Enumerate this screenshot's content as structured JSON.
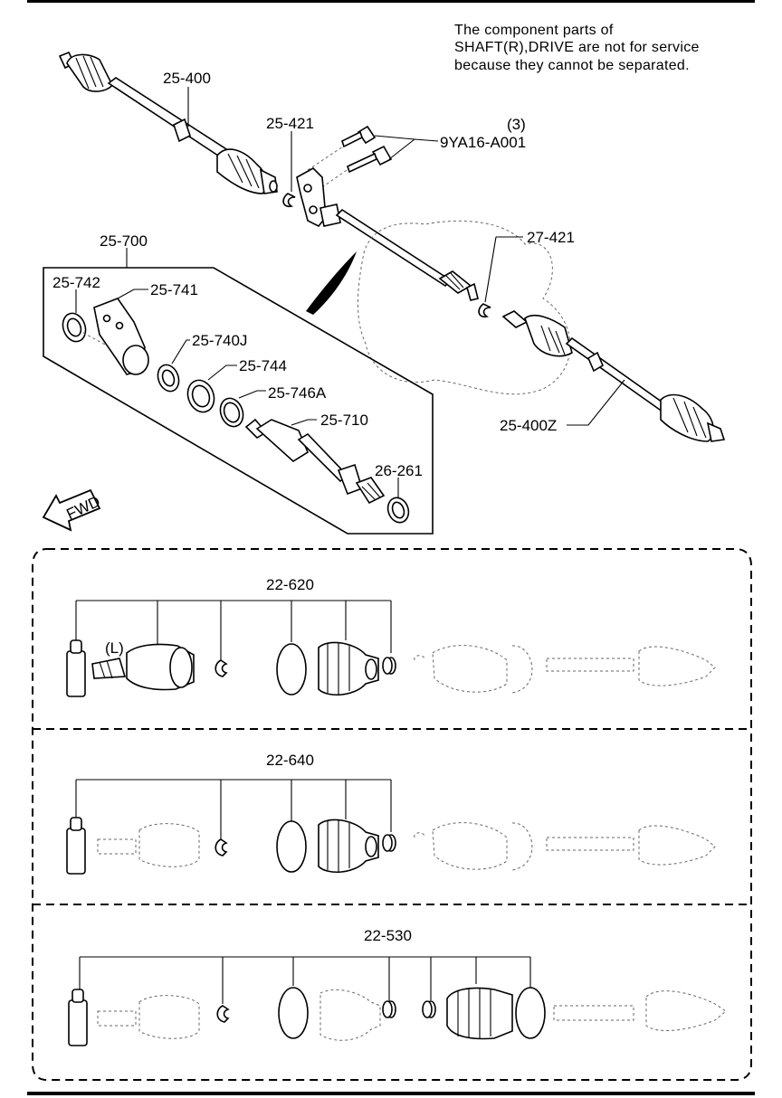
{
  "note": {
    "line1": "The component parts of",
    "line2": "SHAFT(R),DRIVE are not for service",
    "line3": "because they cannot be separated."
  },
  "labels": {
    "p25_400": "25-400",
    "p25_421": "25-421",
    "p9ya16": "9YA16-A001",
    "p9ya16_qty": "(3)",
    "p25_700": "25-700",
    "p25_742": "25-742",
    "p25_741": "25-741",
    "p25_740j": "25-740J",
    "p25_744": "25-744",
    "p25_746a": "25-746A",
    "p25_710": "25-710",
    "p26_261": "26-261",
    "p27_421": "27-421",
    "p25_400z": "25-400Z",
    "fwd": "FWD",
    "p22_620": "22-620",
    "side_l": "(L)",
    "p22_640": "22-640",
    "p22_530": "22-530"
  }
}
